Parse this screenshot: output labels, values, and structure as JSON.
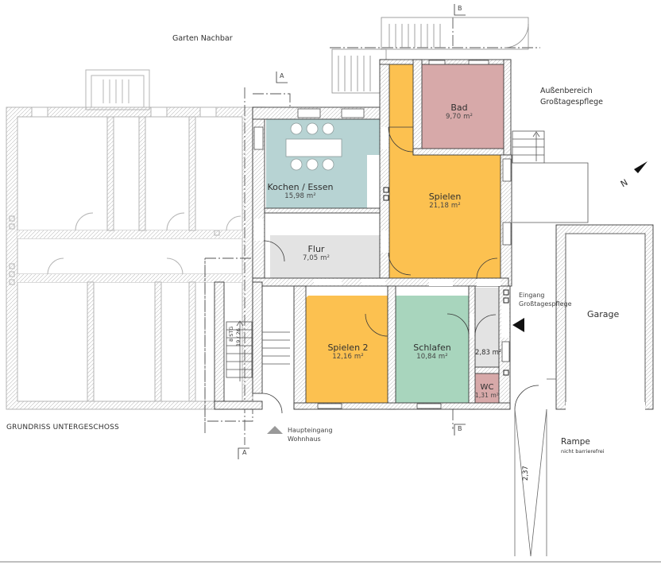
{
  "title": "GRUNDRISS UNTERGESCHOSS",
  "neighbor_garden": "Garten Nachbar",
  "outdoor_area": {
    "line1": "Außenbereich",
    "line2": "Großtagespflege"
  },
  "entrance_daycare": {
    "line1": "Eingang",
    "line2": "Großtagespflege"
  },
  "main_entrance": {
    "line1": "Haupteingang",
    "line2": "Wohnhaus"
  },
  "ramp": {
    "label": "Rampe",
    "note": "nicht barrierefrei",
    "dimension": "2,37"
  },
  "garage": "Garage",
  "stairs": {
    "line1": "8 STG",
    "line2": "19 / 26"
  },
  "sections": {
    "a": "A",
    "b": "B"
  },
  "north": "N",
  "rooms": {
    "kitchen": {
      "name": "Kochen / Essen",
      "area": "15,98 m²",
      "color": "#b7d3d3"
    },
    "bath": {
      "name": "Bad",
      "area": "9,70 m²",
      "color": "#d7a9a9"
    },
    "play": {
      "name": "Spielen",
      "area": "21,18 m²",
      "color": "#fcc150"
    },
    "hall": {
      "name": "Flur",
      "area": "7,05 m²",
      "color": "#e3e3e3"
    },
    "play2": {
      "name": "Spielen 2",
      "area": "12,16 m²",
      "color": "#fcc150"
    },
    "sleep": {
      "name": "Schlafen",
      "area": "10,84 m²",
      "color": "#a8d5bd"
    },
    "lobby": {
      "area": "2,83 m²",
      "color": "#e3e3e3"
    },
    "wc": {
      "name": "WC",
      "area": "1,31 m²",
      "color": "#d7a9a9"
    }
  }
}
